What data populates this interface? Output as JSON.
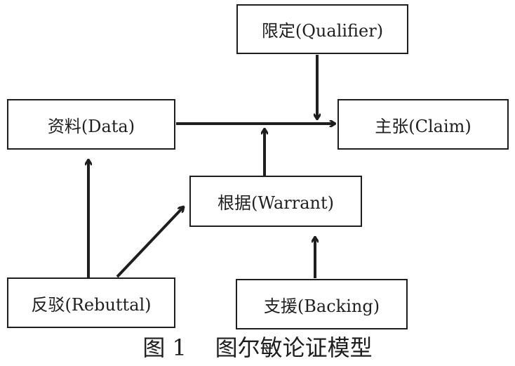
{
  "diagram": {
    "nodes": {
      "qualifier": "限定(Qualifier)",
      "data": "资料(Data)",
      "claim": "主张(Claim)",
      "warrant": "根据(Warrant)",
      "rebuttal": "反驳(Rebuttal)",
      "backing": "支援(Backing)"
    },
    "edges": [
      {
        "from": "qualifier",
        "to": "claim"
      },
      {
        "from": "data",
        "to": "claim"
      },
      {
        "from": "warrant",
        "to": "data-claim-link"
      },
      {
        "from": "backing",
        "to": "warrant"
      },
      {
        "from": "rebuttal",
        "to": "data"
      },
      {
        "from": "rebuttal",
        "to": "warrant"
      }
    ]
  },
  "caption": "图 1    图尔敏论证模型",
  "colors": {
    "line": "#1e1e1e",
    "background": "#ffffff"
  }
}
